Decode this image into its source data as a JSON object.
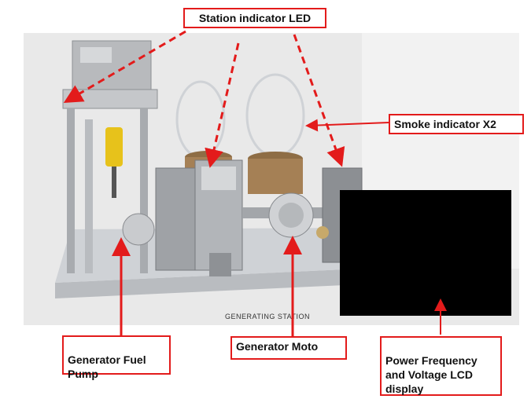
{
  "labels": {
    "station_led": "Station indicator LED",
    "smoke_indicator": "Smoke indicator X2",
    "fuel_pump": "Generator Fuel\nPump",
    "generator_motor": "Generator Moto",
    "lcd_display": "Power Frequency\nand Voltage LCD\ndisplay"
  },
  "model_caption": "GENERATING STATION",
  "colors": {
    "annotation_red": "#e31b1b",
    "lcd_black": "#000000"
  }
}
